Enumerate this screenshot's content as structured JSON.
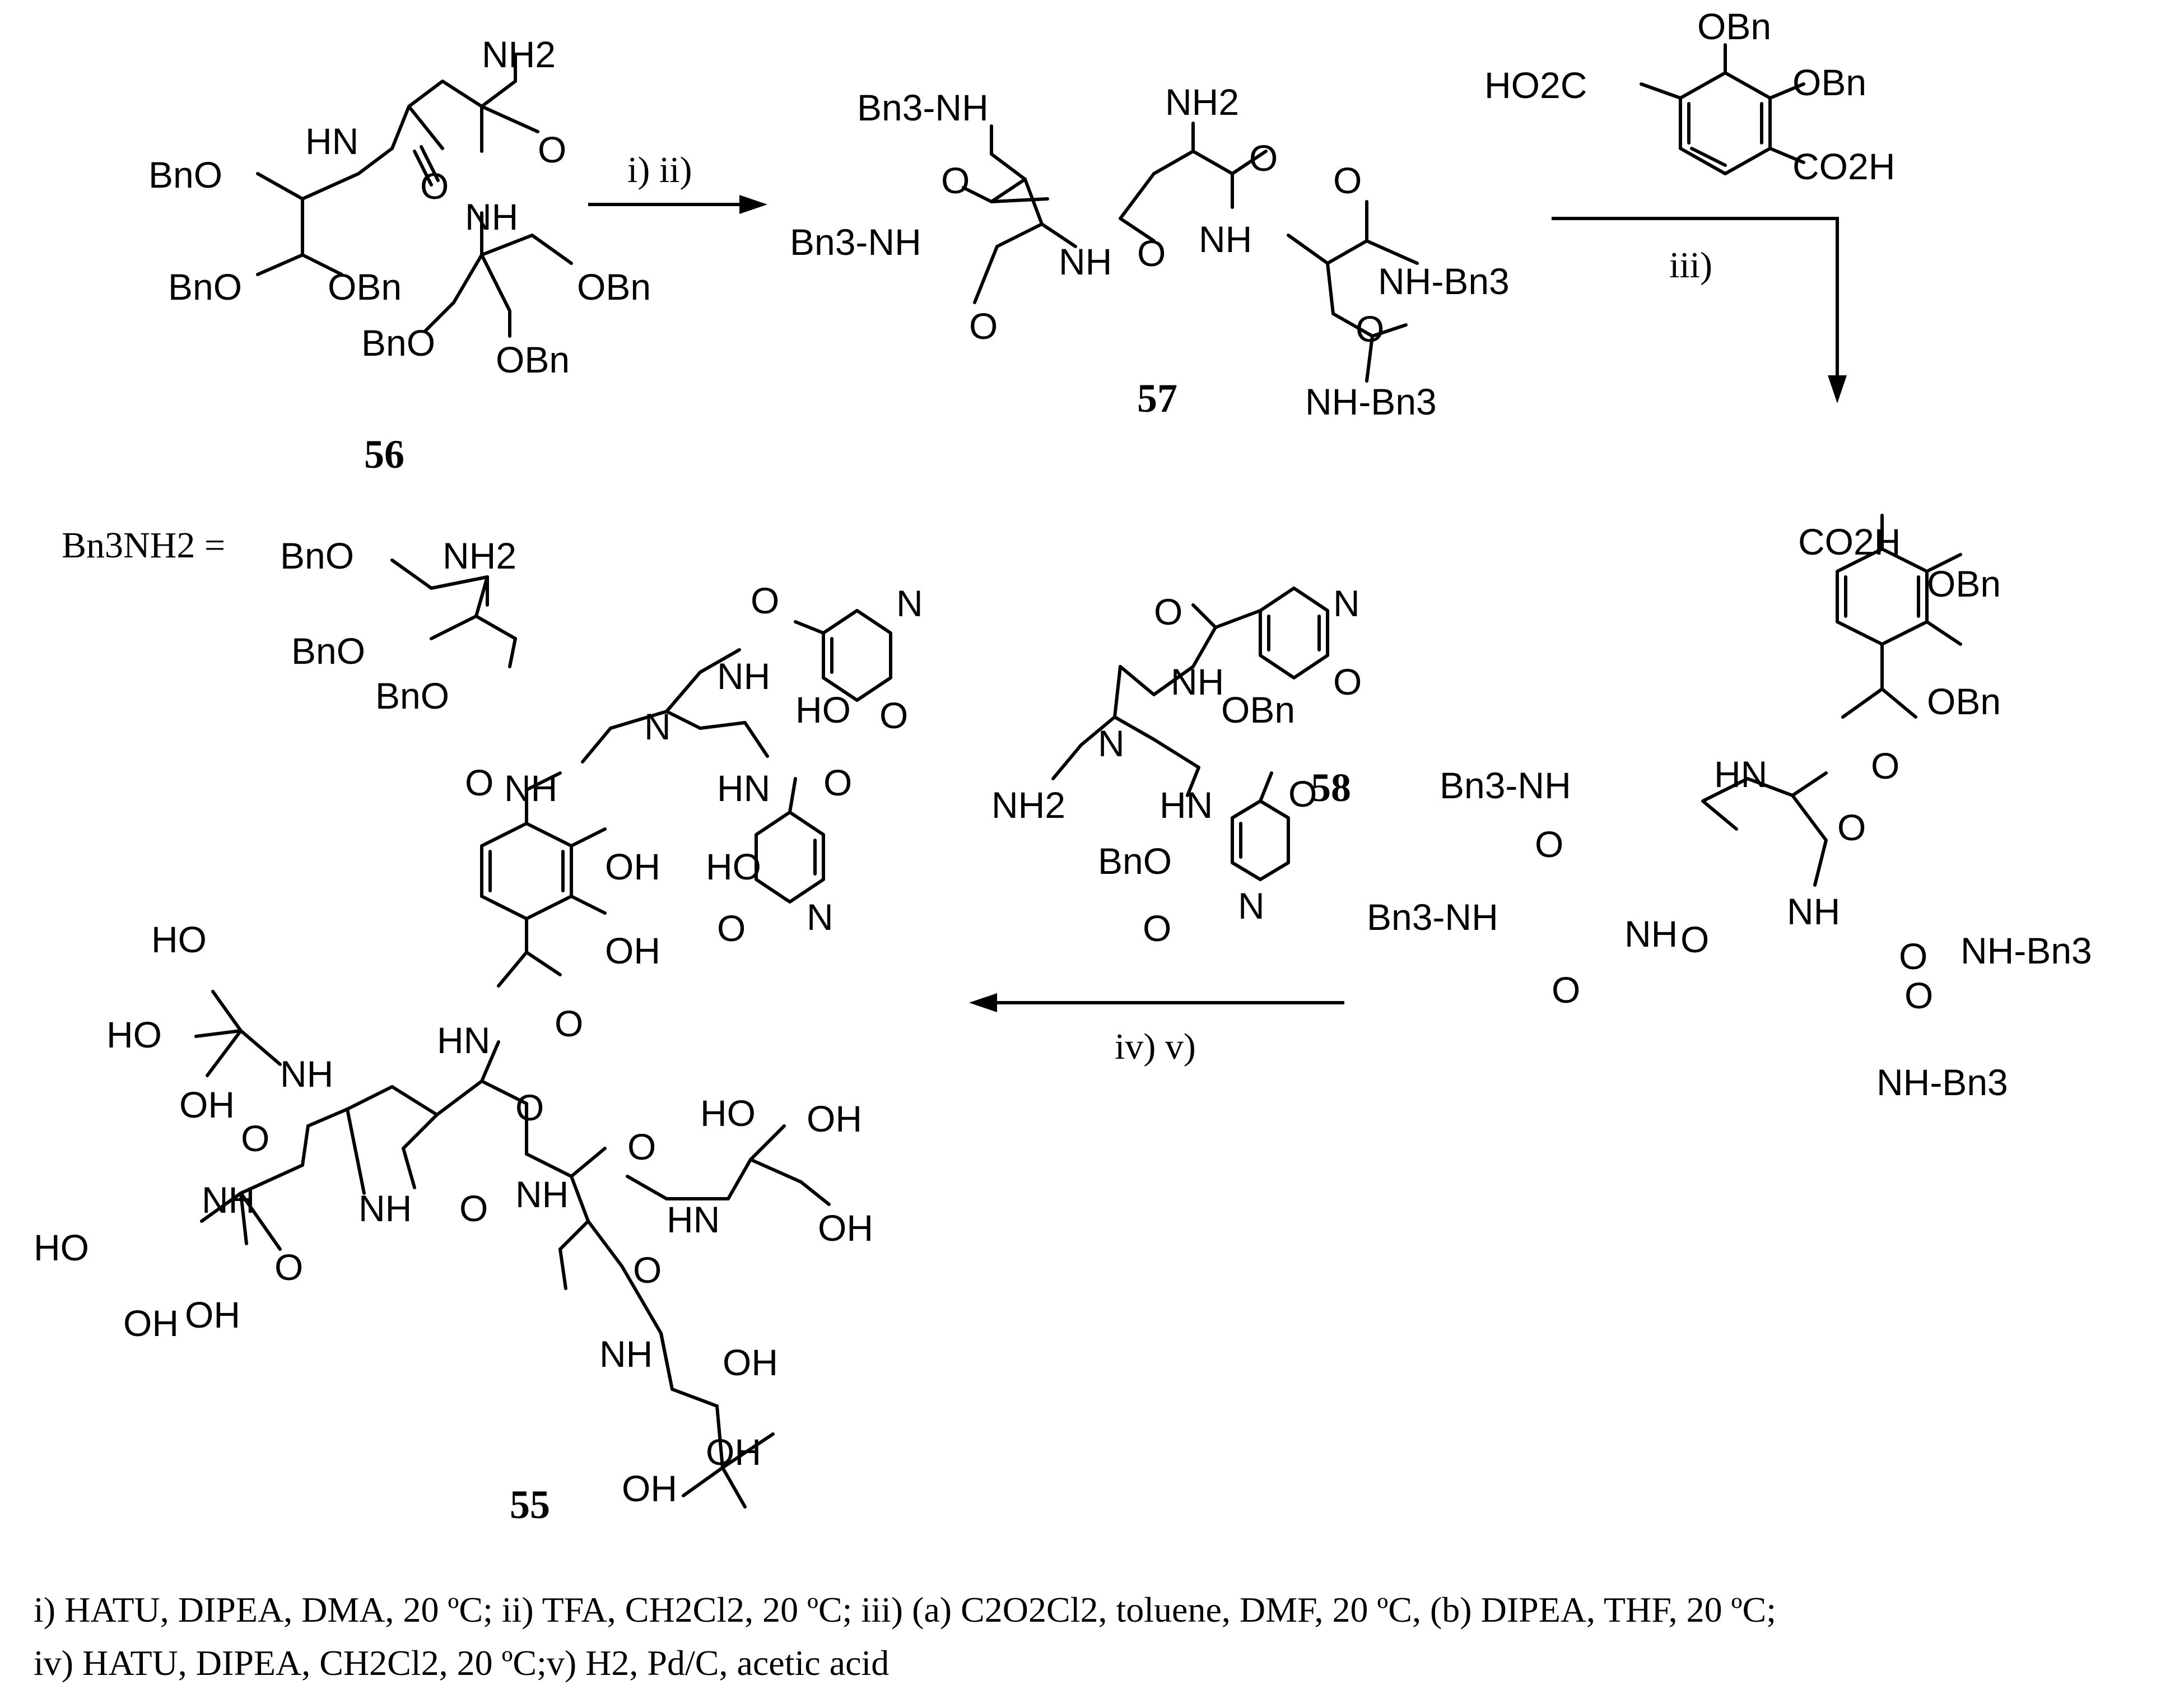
{
  "compounds": {
    "c56": "56",
    "c57": "57",
    "c58": "58",
    "c55": "55"
  },
  "definition": {
    "lhs": "Bn3NH2 ="
  },
  "steps": {
    "step1": "i) ii)",
    "step2": "iii)",
    "step3": "iv) v)"
  },
  "conditions": {
    "line1": "i) HATU, DIPEA, DMA, 20 ºC; ii) TFA, CH2Cl2, 20 ºC; iii) (a) C2O2Cl2, toluene, DMF, 20 ºC, (b) DIPEA, THF, 20 ºC;",
    "line2": "iv) HATU, DIPEA, CH2Cl2, 20 ºC;v) H2, Pd/C, acetic acid"
  },
  "labels": {
    "NH2": "NH2",
    "HN": "HN",
    "NH": "NH",
    "OBn": "OBn",
    "BnO": "BnO",
    "O": "O",
    "OH": "OH",
    "HO": "HO",
    "N": "N",
    "NHBn3": "NH-Bn3",
    "Bn3NH": "Bn3-NH",
    "HO2C": "HO2C",
    "CO2H": "CO2H"
  }
}
